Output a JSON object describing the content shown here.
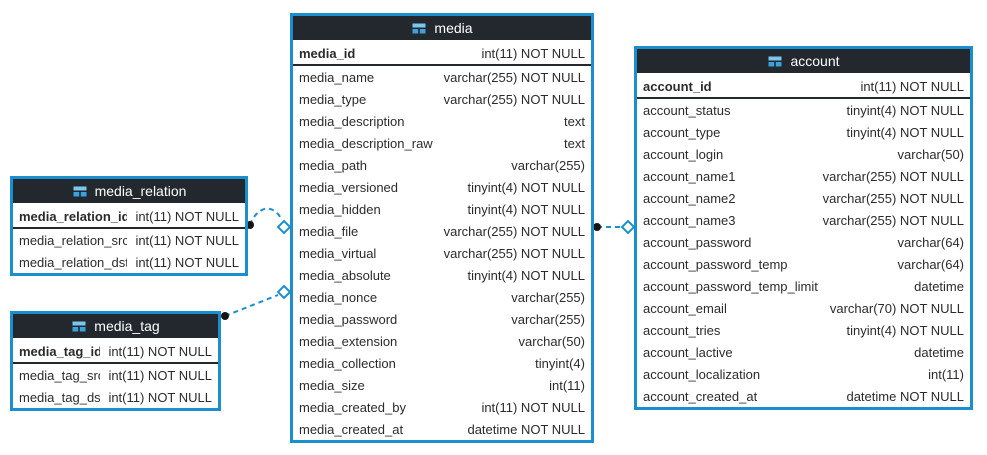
{
  "diagram": {
    "background": "#ffffff",
    "border_color": "#1b8fce",
    "header_bg": "#22282e",
    "header_text_color": "#ffffff",
    "row_text_color": "#2b2b2b",
    "separator_color": "#23282e",
    "connector_color": "#1b8fce",
    "dot_color": "#151515",
    "icon": {
      "name": "table-icon",
      "top_fill": "#7cc6ee",
      "cell_fill": "#3ba2dc",
      "divider": "#22282e"
    }
  },
  "tables": [
    {
      "id": "media",
      "title": "media",
      "primary_key": {
        "name": "media_id",
        "type": "int(11) NOT NULL"
      },
      "columns": [
        {
          "name": "media_name",
          "type": "varchar(255) NOT NULL"
        },
        {
          "name": "media_type",
          "type": "varchar(255) NOT NULL"
        },
        {
          "name": "media_description",
          "type": "text"
        },
        {
          "name": "media_description_raw",
          "type": "text"
        },
        {
          "name": "media_path",
          "type": "varchar(255)"
        },
        {
          "name": "media_versioned",
          "type": "tinyint(4) NOT NULL"
        },
        {
          "name": "media_hidden",
          "type": "tinyint(4) NOT NULL"
        },
        {
          "name": "media_file",
          "type": "varchar(255) NOT NULL"
        },
        {
          "name": "media_virtual",
          "type": "varchar(255) NOT NULL"
        },
        {
          "name": "media_absolute",
          "type": "tinyint(4) NOT NULL"
        },
        {
          "name": "media_nonce",
          "type": "varchar(255)"
        },
        {
          "name": "media_password",
          "type": "varchar(255)"
        },
        {
          "name": "media_extension",
          "type": "varchar(50)"
        },
        {
          "name": "media_collection",
          "type": "tinyint(4)"
        },
        {
          "name": "media_size",
          "type": "int(11)"
        },
        {
          "name": "media_created_by",
          "type": "int(11) NOT NULL"
        },
        {
          "name": "media_created_at",
          "type": "datetime NOT NULL"
        }
      ]
    },
    {
      "id": "account",
      "title": "account",
      "primary_key": {
        "name": "account_id",
        "type": "int(11) NOT NULL"
      },
      "columns": [
        {
          "name": "account_status",
          "type": "tinyint(4) NOT NULL"
        },
        {
          "name": "account_type",
          "type": "tinyint(4) NOT NULL"
        },
        {
          "name": "account_login",
          "type": "varchar(50)"
        },
        {
          "name": "account_name1",
          "type": "varchar(255) NOT NULL"
        },
        {
          "name": "account_name2",
          "type": "varchar(255) NOT NULL"
        },
        {
          "name": "account_name3",
          "type": "varchar(255) NOT NULL"
        },
        {
          "name": "account_password",
          "type": "varchar(64)"
        },
        {
          "name": "account_password_temp",
          "type": "varchar(64)"
        },
        {
          "name": "account_password_temp_limit",
          "type": "datetime"
        },
        {
          "name": "account_email",
          "type": "varchar(70) NOT NULL"
        },
        {
          "name": "account_tries",
          "type": "tinyint(4) NOT NULL"
        },
        {
          "name": "account_lactive",
          "type": "datetime"
        },
        {
          "name": "account_localization",
          "type": "int(11)"
        },
        {
          "name": "account_created_at",
          "type": "datetime NOT NULL"
        }
      ]
    },
    {
      "id": "media_relation",
      "title": "media_relation",
      "primary_key": {
        "name": "media_relation_id",
        "type": "int(11) NOT NULL"
      },
      "columns": [
        {
          "name": "media_relation_src",
          "type": "int(11) NOT NULL"
        },
        {
          "name": "media_relation_dst",
          "type": "int(11) NOT NULL"
        }
      ]
    },
    {
      "id": "media_tag",
      "title": "media_tag",
      "primary_key": {
        "name": "media_tag_id",
        "type": "int(11) NOT NULL"
      },
      "columns": [
        {
          "name": "media_tag_src",
          "type": "int(11) NOT NULL"
        },
        {
          "name": "media_tag_dst",
          "type": "int(11) NOT NULL"
        }
      ]
    }
  ],
  "relations": [
    {
      "from": "media_relation",
      "to": "media",
      "from_end": "dot",
      "to_end": "open-diamond",
      "style": "dashed"
    },
    {
      "from": "media_tag",
      "to": "media",
      "from_end": "dot",
      "to_end": "open-diamond",
      "style": "dashed"
    },
    {
      "from": "media",
      "to": "account",
      "from_end": "dot",
      "to_end": "open-diamond",
      "style": "dashed"
    }
  ]
}
